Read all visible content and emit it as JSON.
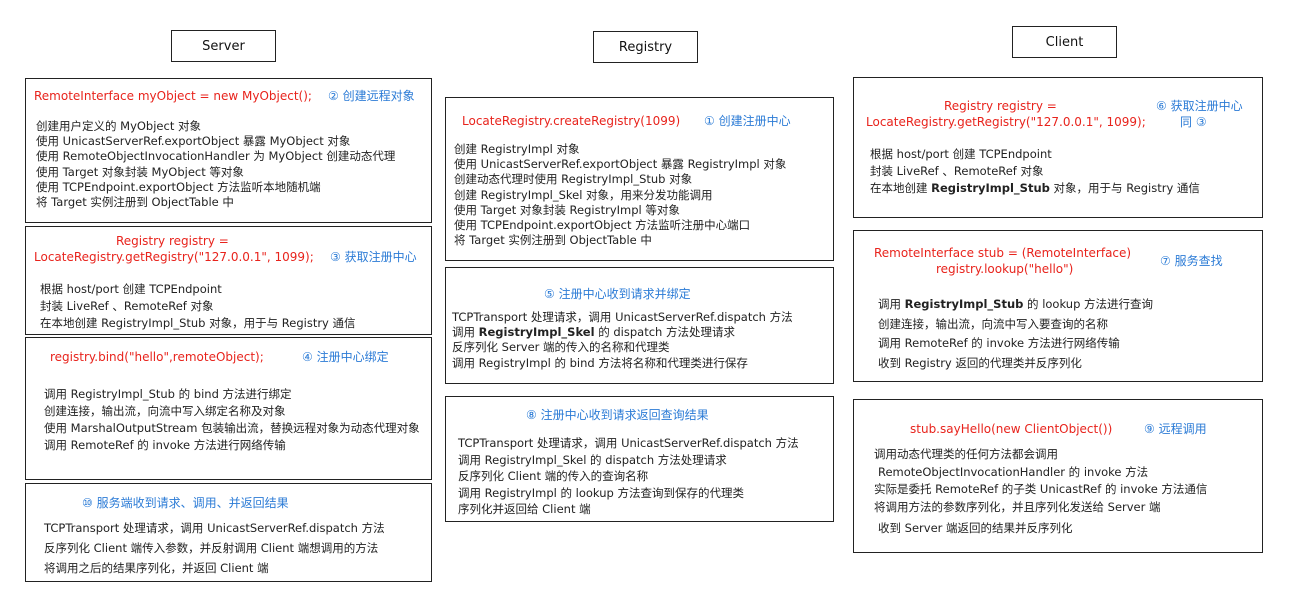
{
  "headers": {
    "server": "Server",
    "registry": "Registry",
    "client": "Client"
  },
  "boxes": {
    "s1": {
      "code": "RemoteInterface myObject = new MyObject();",
      "step": "② 创建远程对象",
      "lines": [
        "创建用户定义的 MyObject 对象",
        "使用 UnicastServerRef.exportObject 暴露 MyObject 对象",
        "使用 RemoteObjectInvocationHandler 为 MyObject 创建动态代理",
        "使用 Target 对象封装 MyObject 等对象",
        "使用 TCPEndpoint.exportObject 方法监听本地随机端",
        "将 Target 实例注册到 ObjectTable 中"
      ]
    },
    "s2": {
      "code1": "Registry registry =",
      "code2": "LocateRegistry.getRegistry(\"127.0.0.1\", 1099);",
      "step": "③ 获取注册中心",
      "lines": [
        "根据 host/port 创建 TCPEndpoint",
        "封装 LiveRef 、RemoteRef 对象",
        "在本地创建 RegistryImpl_Stub 对象，用于与 Registry 通信"
      ]
    },
    "s3": {
      "code": "registry.bind(\"hello\",remoteObject);",
      "step": "④ 注册中心绑定",
      "lines": [
        "调用 RegistryImpl_Stub 的 bind 方法进行绑定",
        "创建连接，输出流，向流中写入绑定名称及对象",
        "使用 MarshalOutputStream 包装输出流，替换远程对象为动态代理对象",
        "调用 RemoteRef 的 invoke 方法进行网络传输"
      ]
    },
    "s4": {
      "step": "⑩ 服务端收到请求、调用、并返回结果",
      "lines": [
        "TCPTransport 处理请求，调用 UnicastServerRef.dispatch 方法",
        "反序列化 Client 端传入参数，并反射调用 Client 端想调用的方法",
        "将调用之后的结果序列化，并返回 Client 端"
      ]
    },
    "r1": {
      "code": "LocateRegistry.createRegistry(1099)",
      "step": "① 创建注册中心",
      "lines": [
        "创建 RegistryImpl 对象",
        "使用 UnicastServerRef.exportObject 暴露  RegistryImpl 对象",
        "创建动态代理时使用 RegistryImpl_Stub 对象",
        "创建 RegistryImpl_Skel 对象，用来分发功能调用",
        "使用 Target 对象封装 RegistryImpl 等对象",
        "使用 TCPEndpoint.exportObject 方法监听注册中心端口",
        "将 Target 实例注册到 ObjectTable 中"
      ]
    },
    "r2": {
      "step": "⑤ 注册中心收到请求并绑定",
      "line1": "TCPTransport 处理请求，调用 UnicastServerRef.dispatch 方法",
      "line2_pre": "调用 ",
      "line2_bold": "RegistryImpl_Skel",
      "line2_post": " 的 dispatch 方法处理请求",
      "line3": "反序列化 Server 端的传入的名称和代理类",
      "line4": "调用 RegistryImpl 的 bind 方法将名称和代理类进行保存"
    },
    "r3": {
      "step": "⑧ 注册中心收到请求返回查询结果",
      "lines": [
        "TCPTransport 处理请求，调用 UnicastServerRef.dispatch 方法",
        "调用 RegistryImpl_Skel 的 dispatch 方法处理请求",
        "反序列化 Client 端的传入的查询名称",
        "调用 RegistryImpl 的 lookup 方法查询到保存的代理类",
        "序列化并返回给 Client 端"
      ]
    },
    "c1": {
      "code1": "Registry registry =",
      "code2": "LocateRegistry.getRegistry(\"127.0.0.1\", 1099);",
      "step1": "⑥ 获取注册中心",
      "step2": "同 ③",
      "line1": "根据 host/port 创建 TCPEndpoint",
      "line2": "封装 LiveRef 、RemoteRef 对象",
      "line3_pre": "在本地创建 ",
      "line3_bold": "RegistryImpl_Stub",
      "line3_post": " 对象，用于与 Registry 通信"
    },
    "c2": {
      "code1": "RemoteInterface stub = (RemoteInterface)",
      "code2": "registry.lookup(\"hello\")",
      "step": "⑦ 服务查找",
      "line1_pre": "调用 ",
      "line1_bold": "RegistryImpl_Stub",
      "line1_post": " 的 lookup 方法进行查询",
      "line2": "创建连接，输出流，向流中写入要查询的名称",
      "line3": "调用 RemoteRef 的 invoke 方法进行网络传输",
      "line4": "收到 Registry 返回的代理类并反序列化"
    },
    "c3": {
      "code": "stub.sayHello(new ClientObject())",
      "step": "⑨ 远程调用",
      "lines": [
        "调用动态代理类的任何方法都会调用",
        "RemoteObjectInvocationHandler 的 invoke 方法",
        "实际是委托 RemoteRef 的子类 UnicastRef 的 invoke 方法通信",
        "将调用方法的参数序列化，并且序列化发送给 Server 端",
        "收到 Server 端返回的结果并反序列化"
      ]
    }
  },
  "colors": {
    "code": "#e8231c",
    "step": "#2b7bd6",
    "text": "#222222",
    "border": "#222222"
  }
}
